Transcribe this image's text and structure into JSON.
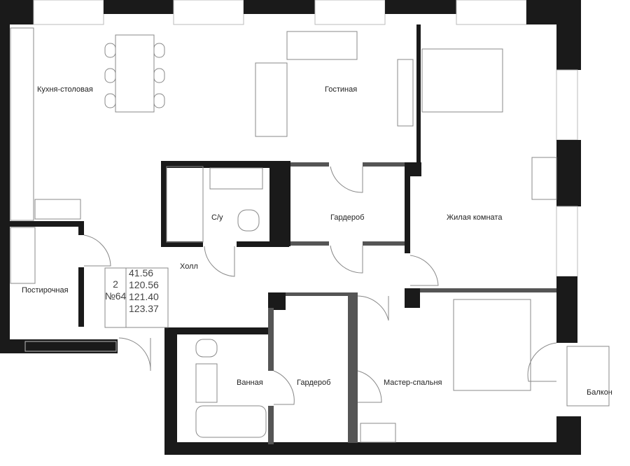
{
  "rooms": {
    "kitchen": "Кухня-столовая",
    "living": "Гостиная",
    "bedroom": "Жилая комната",
    "wc": "С/у",
    "wardrobe1": "Гардероб",
    "hall": "Холл",
    "laundry": "Постирочная",
    "bathroom": "Ванная",
    "wardrobe2": "Гардероб",
    "master": "Мастер-спальня",
    "balcony": "Балкон"
  },
  "info": {
    "rooms_count": "2",
    "number": "№64",
    "areas": [
      "41.56",
      "120.56",
      "121.40",
      "123.37"
    ]
  }
}
